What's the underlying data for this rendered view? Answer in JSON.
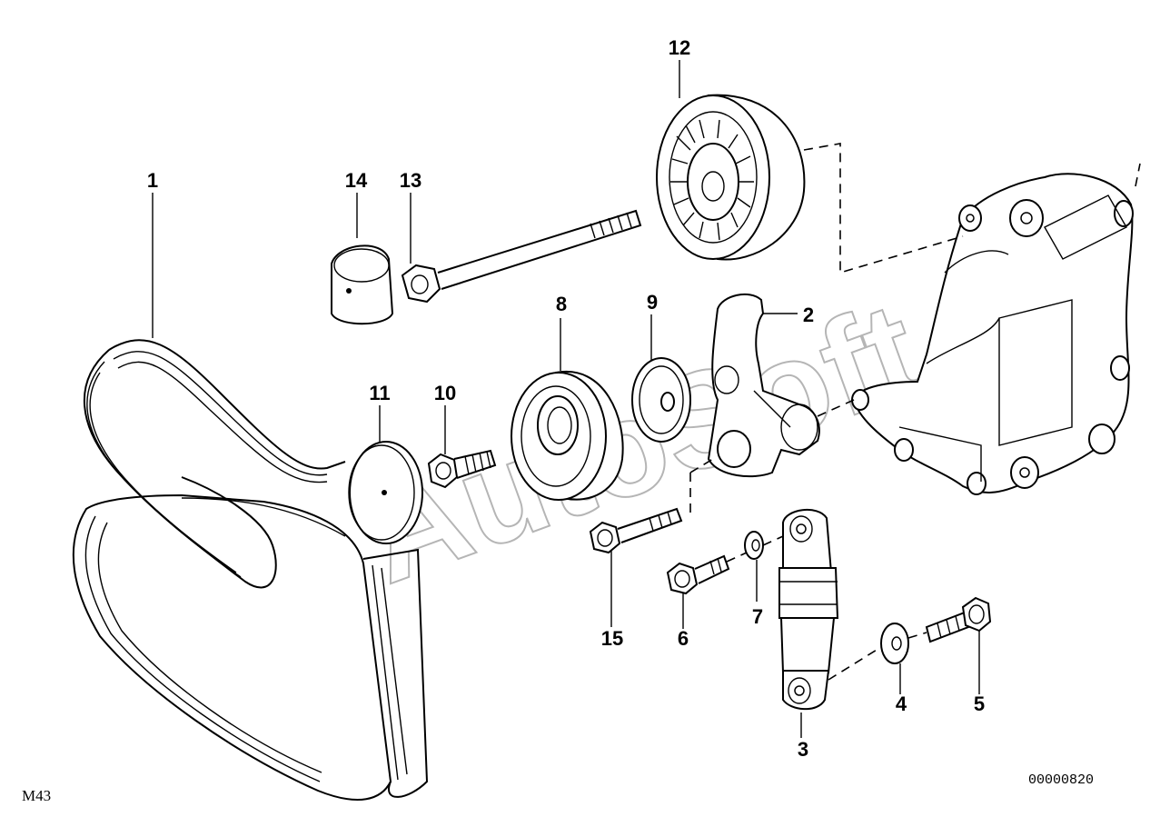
{
  "diagram": {
    "watermark": "AutoSoft",
    "model_code": "M43",
    "diagram_number": "00000820",
    "callouts": [
      "1",
      "2",
      "3",
      "4",
      "5",
      "6",
      "7",
      "8",
      "9",
      "10",
      "11",
      "12",
      "13",
      "14",
      "15"
    ]
  }
}
